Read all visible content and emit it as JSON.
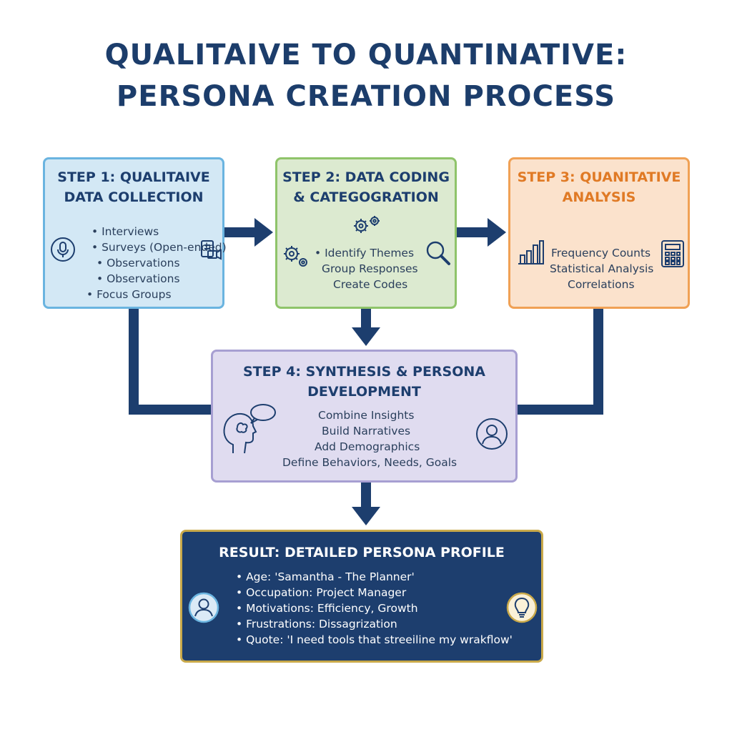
{
  "title": {
    "line1": "QUALITAIVE TO QUANTINATIVE:",
    "line2": "PERSONA CREATION PROCESS"
  },
  "steps": {
    "step1": {
      "heading_line1": "STEP 1: QUALITAIVE",
      "heading_line2": "DATA COLLECTION",
      "items": [
        "• Interviews",
        "• Surveys (Open-ended)",
        "• Observations",
        "• Observations",
        "• Focus Groups"
      ],
      "icons": [
        "microphone-icon",
        "video-camera-icon"
      ]
    },
    "step2": {
      "heading_line1": "STEP 2: DATA CODING",
      "heading_line2": "& CATEGOGRATION",
      "items": [
        "• Identify Themes",
        "Group Responses",
        "Create Codes"
      ],
      "icons": [
        "gears-icon",
        "magnifier-icon"
      ]
    },
    "step3": {
      "heading_line1": "STEP 3: QUANITATIVE",
      "heading_line2": "ANALYSIS",
      "items": [
        "Frequency Counts",
        "Statistical Analysis",
        "Correlations"
      ],
      "icons": [
        "bar-chart-icon",
        "calculator-icon"
      ]
    },
    "step4": {
      "heading_line1": "STEP 4: SYNTHESIS & PERSONA",
      "heading_line2": "DEVELOPMENT",
      "items": [
        "Combine Insights",
        "Build Narratives",
        "Add Demographics",
        "Define Behaviors, Needs, Goals"
      ],
      "icons": [
        "head-thought-icon",
        "user-avatar-icon"
      ]
    }
  },
  "result": {
    "heading": "RESULT: DETAILED PERSONA PROFILE",
    "items": [
      "• Age: 'Samantha - The Planner'",
      "• Occupation: Project Manager",
      "• Motivations: Efficiency, Growth",
      "• Frustrations: Dissagrization",
      "• Quote: 'I need tools that streeiline my wrakflow'"
    ],
    "icons": [
      "user-avatar-icon",
      "lightbulb-icon"
    ]
  },
  "colors": {
    "navy": "#1d3e6e",
    "step1_fill": "#d3e8f5",
    "step2_fill": "#dcead0",
    "step3_fill": "#fbe2cc",
    "step4_fill": "#e0dcf0",
    "result_border": "#c9a94a"
  }
}
